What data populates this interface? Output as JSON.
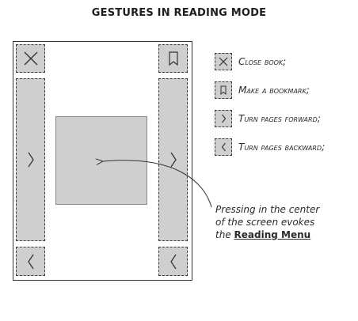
{
  "title": "GESTURES IN READING MODE",
  "zones": {
    "top_left": {
      "icon": "close-x-icon"
    },
    "top_right": {
      "icon": "bookmark-icon"
    },
    "mid_left": {
      "icon": "chevron-right-icon"
    },
    "mid_right": {
      "icon": "chevron-right-icon"
    },
    "bottom_left": {
      "icon": "chevron-left-icon"
    },
    "bottom_right": {
      "icon": "chevron-left-icon"
    }
  },
  "legend": [
    {
      "icon": "close-x-icon",
      "label": "Close book;"
    },
    {
      "icon": "bookmark-icon",
      "label": "Make a bookmark;"
    },
    {
      "icon": "chevron-right-icon",
      "label": "Turn pages forward;"
    },
    {
      "icon": "chevron-left-icon",
      "label": "Turn pages backward;"
    }
  ],
  "annotation": {
    "line1": "Pressing in the center",
    "line2": "of the screen evokes",
    "line3_prefix": "the ",
    "line3_link": "Reading Menu"
  },
  "colors": {
    "zone_fill": "#cfcfcf",
    "stroke": "#333333"
  }
}
